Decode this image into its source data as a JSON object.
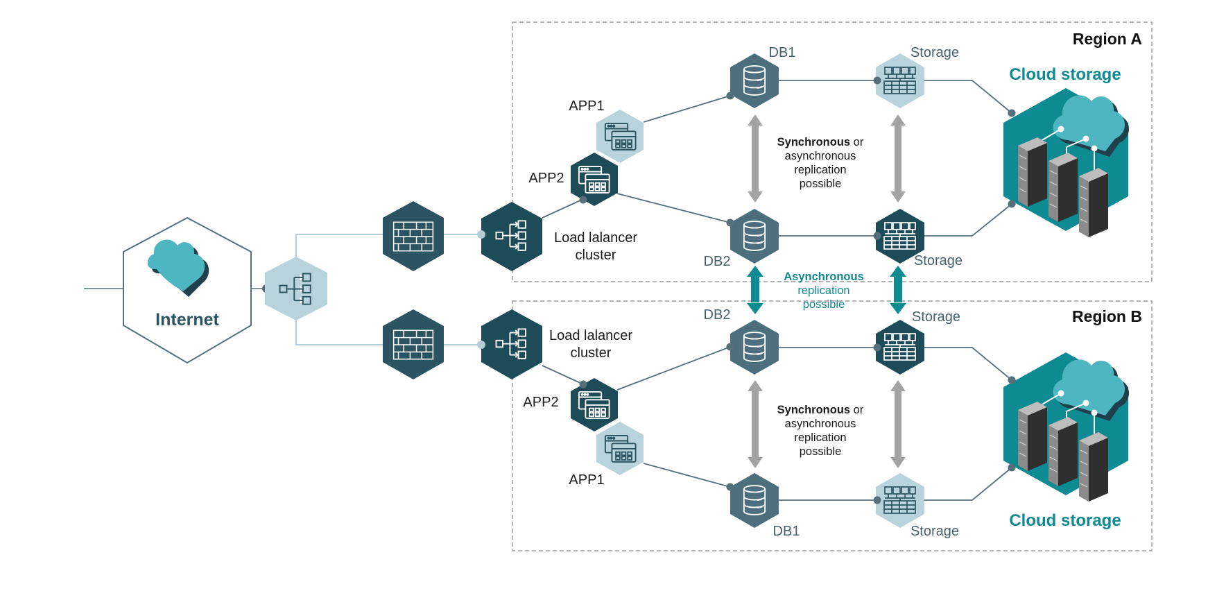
{
  "colors": {
    "dark_teal": "#2b5361",
    "mid_teal": "#4d6f7d",
    "light_teal": "#b9d3dc",
    "cloud_teal": "#4eb6c1",
    "accent_teal": "#0e8a92",
    "grey_arrow": "#a3a3a3",
    "line": "#56707b",
    "line_light": "#b5cdd6",
    "text_dark": "#1a1a1a",
    "text_slate": "#46606c"
  },
  "internet": {
    "label": "Internet"
  },
  "regions": {
    "a": {
      "title": "Region A"
    },
    "b": {
      "title": "Region B"
    }
  },
  "nodes": {
    "a_lb_label_1": "Load lalancer",
    "a_lb_label_2": "cluster",
    "b_lb_label_1": "Load lalancer",
    "b_lb_label_2": "cluster",
    "a_app1": "APP1",
    "a_app2": "APP2",
    "b_app1": "APP1",
    "b_app2": "APP2",
    "a_db1": "DB1",
    "a_db2": "DB2",
    "b_db1": "DB1",
    "b_db2": "DB2",
    "a_storage_top": "Storage",
    "a_storage_bottom": "Storage",
    "b_storage_top": "Storage",
    "b_storage_bottom": "Storage",
    "a_cloud_storage": "Cloud storage",
    "b_cloud_storage": "Cloud storage"
  },
  "replication": {
    "sync_bold": "Synchronous",
    "sync_rest_1": " or",
    "sync_line_2": "asynchronous",
    "sync_line_3": "replication",
    "sync_line_4": "possible",
    "async_bold": "Asynchronous",
    "async_line_2": "replication",
    "async_line_3": "possible"
  }
}
